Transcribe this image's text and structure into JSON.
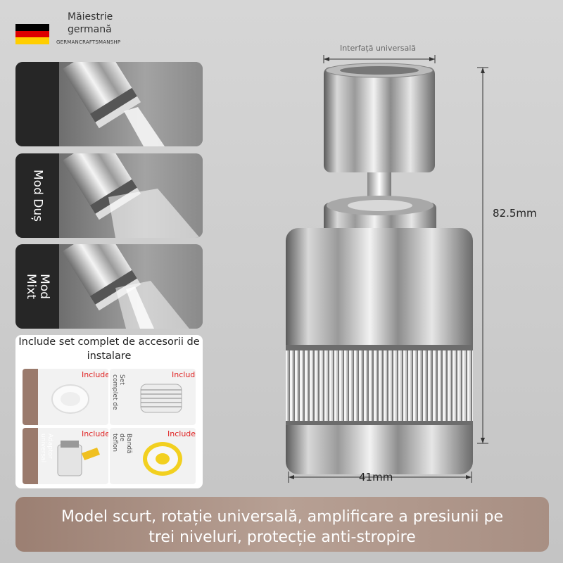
{
  "brand": {
    "line1": "Măiestrie",
    "line2": "germană",
    "subtitle": "GERMANCRAFTSMANSHP",
    "flag_colors": [
      "#000000",
      "#dd0000",
      "#ffce00"
    ]
  },
  "modes": [
    {
      "label": ""
    },
    {
      "label": "Mod Duș"
    },
    {
      "label": "Mod\nMixt"
    }
  ],
  "accessories": {
    "title": "Include set complet de accesorii de instalare",
    "items": [
      {
        "label": "",
        "badge": "Include"
      },
      {
        "label": "Set\ncomplet de",
        "badge": "Include"
      },
      {
        "label": "Adaptor\nuniversal",
        "badge": "Include"
      },
      {
        "label": "Bandă\nde\nteflon",
        "badge": "Include"
      }
    ]
  },
  "dimensions": {
    "interface_label": "Interfață universală",
    "height": "82.5mm",
    "width": "41mm"
  },
  "banner": {
    "line1": "Model scurt, rotație universală, amplificare a presiunii pe",
    "line2": "trei niveluri, protecție anti-stropire"
  },
  "colors": {
    "accent": "#9b7f72",
    "dark": "#262626",
    "badge": "#e02020"
  }
}
